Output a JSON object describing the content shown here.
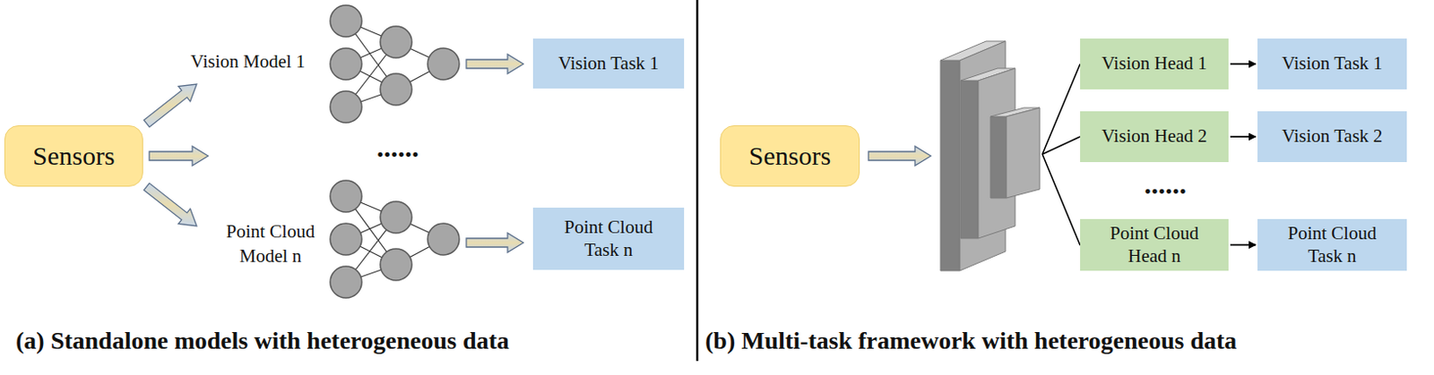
{
  "diagram": {
    "nodes": [
      {
        "text": [
          "Sensors"
        ]
      },
      {
        "text": [
          "Vision Task 1"
        ]
      },
      {
        "text": [
          "Point Cloud Task n"
        ]
      },
      {
        "text": [
          "Sensors"
        ]
      },
      {
        "text": [
          "Vision Head 1"
        ]
      },
      {
        "text": [
          "Vision Task 1"
        ]
      },
      {
        "text": [
          "Vision Head 2"
        ]
      },
      {
        "text": [
          "Vision Task 2"
        ]
      },
      {
        "text": [
          "Point Cloud Head n"
        ]
      },
      {
        "text": [
          "Point Cloud Task n"
        ]
      }
    ],
    "edges": [
      {
        "from": 4,
        "to": 5,
        "arrow": "to"
      },
      {
        "from": 6,
        "to": 7,
        "arrow": "to"
      },
      {
        "from": 8,
        "to": 9,
        "arrow": "to"
      }
    ],
    "labels": [
      "Vision Model 1",
      "Point Cloud Model n",
      "......",
      "......",
      "(a) Standalone models with heterogeneous data",
      "(b) Multi-task framework with heterogeneous data"
    ]
  }
}
